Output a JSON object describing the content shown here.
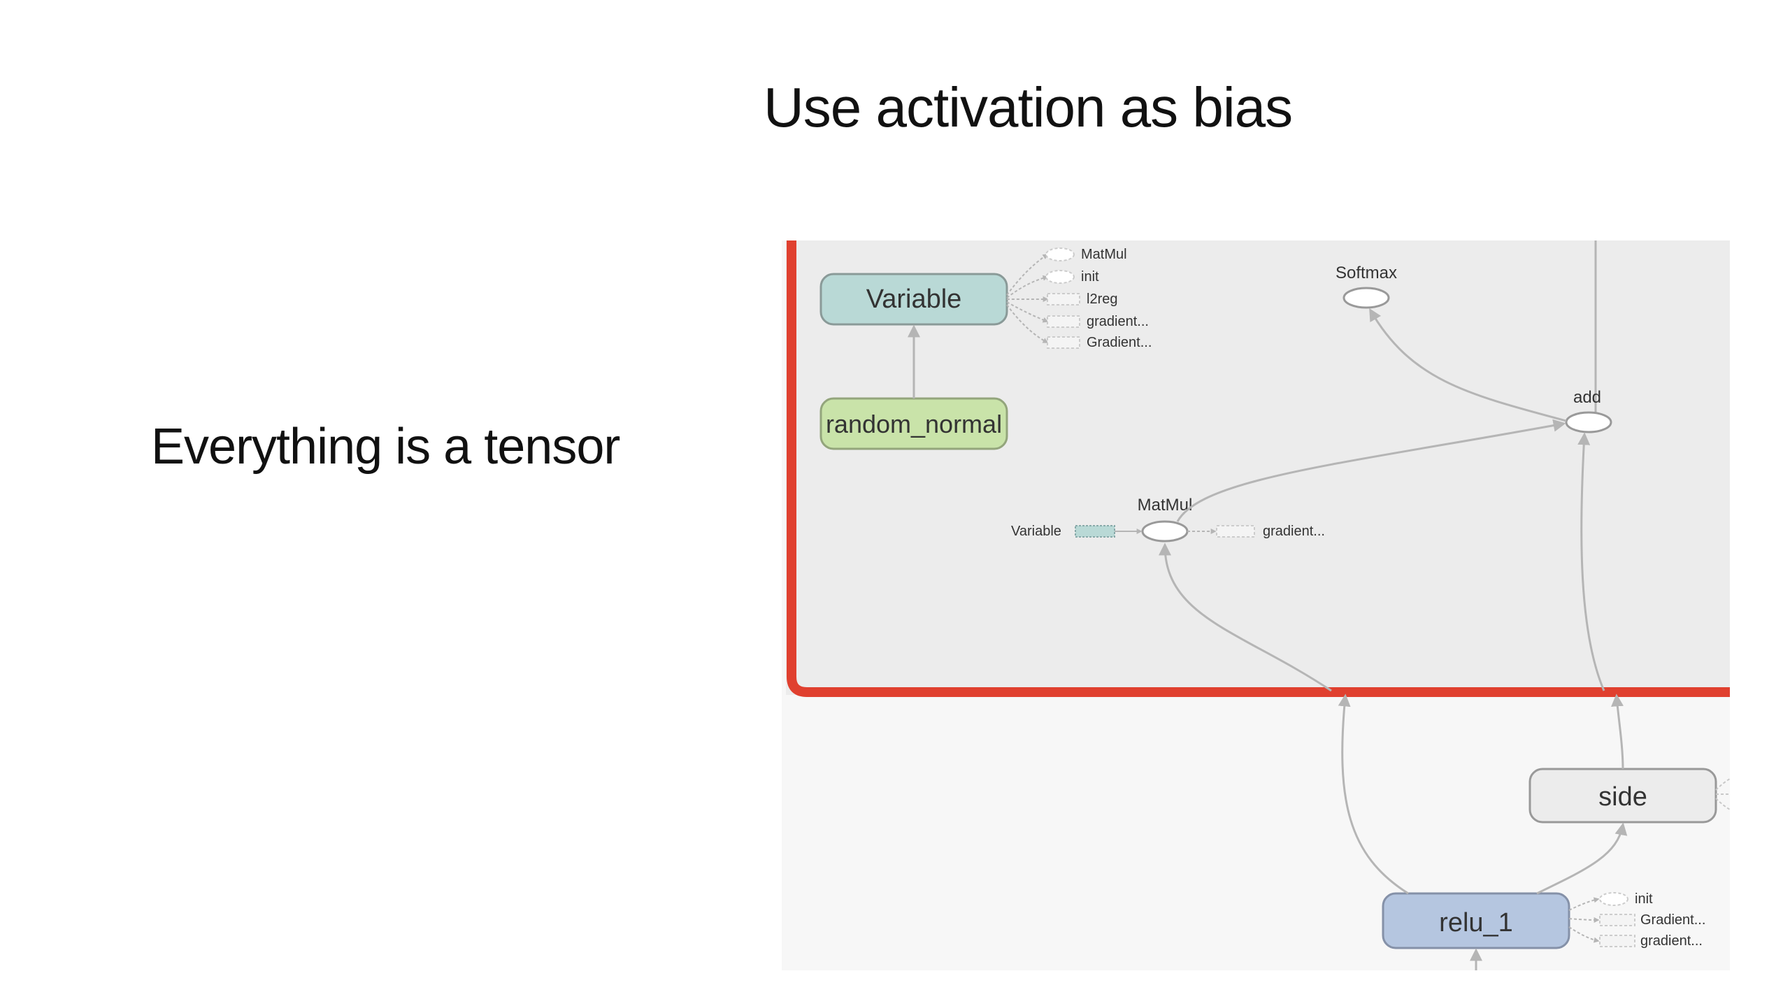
{
  "slide": {
    "title": "Use activation as bias",
    "bullet": "Everything is a tensor"
  },
  "graph": {
    "colors": {
      "panel_bg": "#ececec",
      "namescope_border": "#e0402f",
      "variable_fill": "#b9d9d6",
      "random_normal_fill": "#c9e3a9",
      "relu_fill": "#b5c6e0",
      "side_fill": "#ececec",
      "edge": "#b5b5b5"
    },
    "nodes": {
      "variable": "Variable",
      "random_normal": "random_normal",
      "softmax": "Softmax",
      "add": "add",
      "matmul": "MatMul",
      "side": "side",
      "relu_1": "relu_1"
    },
    "variable_outputs": [
      "MatMul",
      "init",
      "l2reg",
      "gradient...",
      "Gradient..."
    ],
    "matmul_input": "Variable",
    "matmul_output": "gradient...",
    "relu_outputs": [
      "init",
      "Gradient...",
      "gradient..."
    ]
  }
}
